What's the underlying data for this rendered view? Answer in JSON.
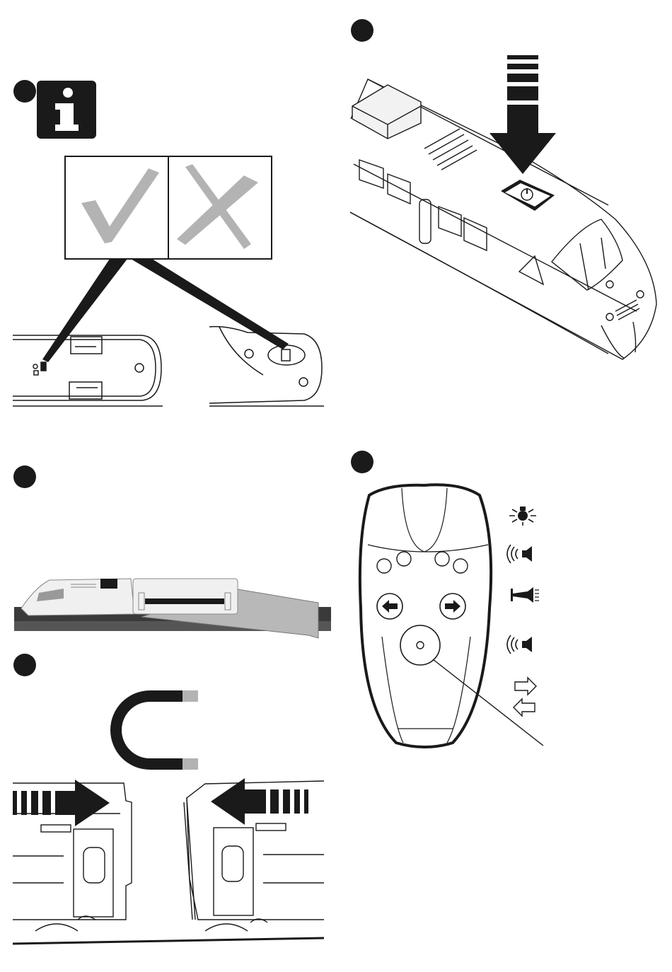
{
  "document": {
    "type": "instruction-sheet",
    "steps": [
      {
        "id": "info",
        "icon": "info-icon",
        "symbols": [
          "checkmark-icon",
          "cross-icon"
        ]
      },
      {
        "id": "power",
        "icon": "power-button-icon",
        "direction": "down-arrow-icon"
      },
      {
        "id": "ramp",
        "content": "train-on-ramp-illustration"
      },
      {
        "id": "magnet",
        "icon": "magnet-icon",
        "arrows": [
          "right-arrow-icon",
          "left-arrow-icon"
        ]
      },
      {
        "id": "remote",
        "icon": "remote-control-icon"
      }
    ],
    "remote_legend": [
      {
        "icon": "light-icon"
      },
      {
        "icon": "sound-icon"
      },
      {
        "icon": "horn-icon"
      },
      {
        "icon": "sound-icon"
      },
      {
        "icon": "forward-reverse-icon"
      }
    ]
  },
  "colors": {
    "ink": "#1a1a1a",
    "gray": "#b3b3b3",
    "ramp": "#b8b8b8",
    "track": "#3a3a3a"
  }
}
